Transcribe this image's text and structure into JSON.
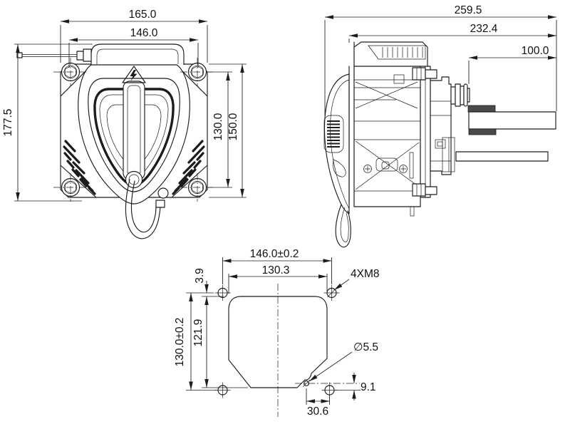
{
  "front_view": {
    "overall_width": "165.0",
    "mount_hole_spacing_h": "146.0",
    "overall_height": "177.5",
    "mount_hole_spacing_v": "130.0",
    "flange_height": "150.0"
  },
  "side_view": {
    "overall_depth": "259.5",
    "body_depth": "232.4",
    "cable_exit_length": "100.0"
  },
  "panel_cutout_view": {
    "hole_spacing_h": "146.0±0.2",
    "cutout_width": "130.3",
    "hole_to_cutout_top": "3.9",
    "cutout_height": "121.9",
    "hole_spacing_v": "130.0±0.2",
    "mount_holes_label": "4XM8",
    "pilot_hole_dia": "∅5.5",
    "pilot_hole_offset_v": "9.1",
    "pilot_hole_offset_h": "30.6"
  },
  "colors": {
    "line": "#1c1c1c",
    "background": "#ffffff"
  }
}
